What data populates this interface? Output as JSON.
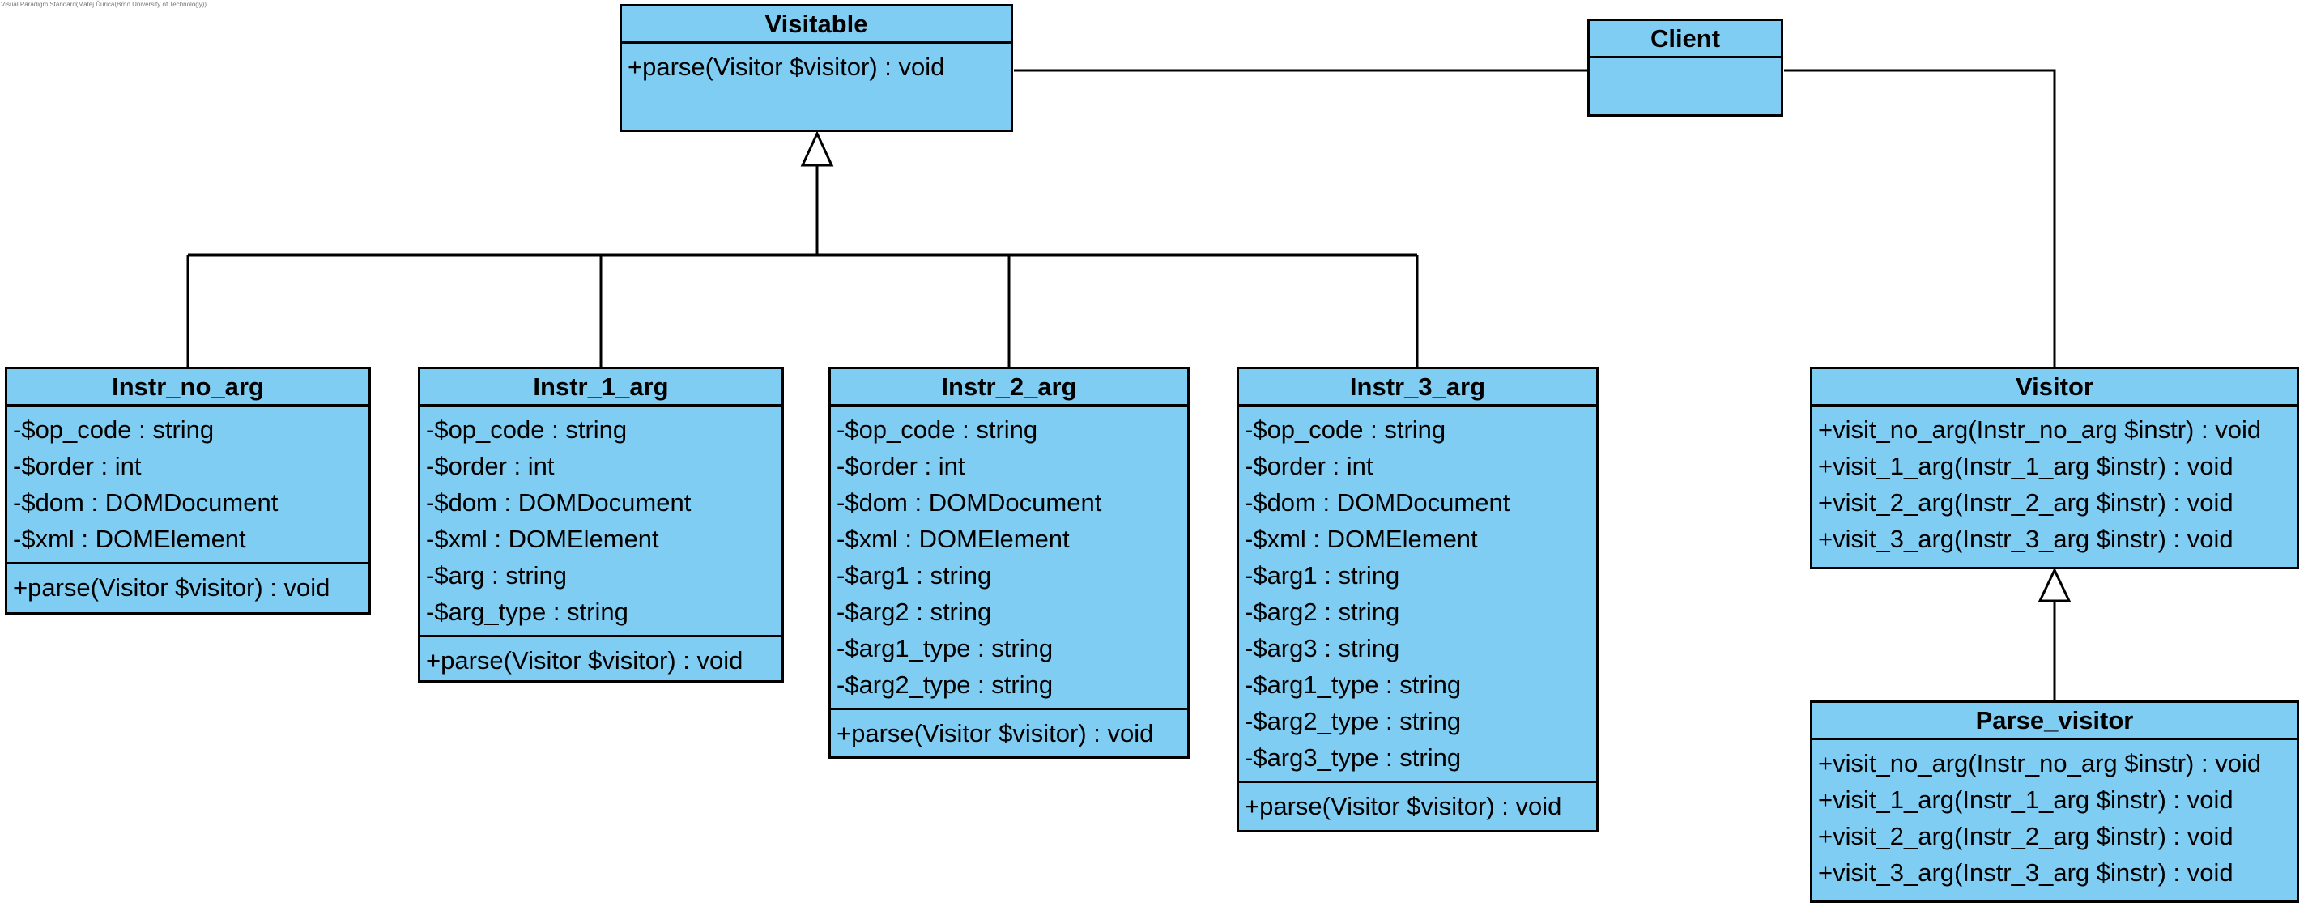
{
  "watermark": "Visual Paradigm Standard(Matěj Ďurica(Brno University of Technology))",
  "classes": {
    "visitable": {
      "name": "Visitable",
      "attributes": [],
      "operations": [
        "+parse(Visitor $visitor) : void"
      ]
    },
    "client": {
      "name": "Client",
      "attributes": [],
      "operations": []
    },
    "instr_no_arg": {
      "name": "Instr_no_arg",
      "attributes": [
        "-$op_code : string",
        "-$order : int",
        "-$dom : DOMDocument",
        "-$xml : DOMElement"
      ],
      "operations": [
        "+parse(Visitor $visitor) : void"
      ]
    },
    "instr_1_arg": {
      "name": "Instr_1_arg",
      "attributes": [
        "-$op_code : string",
        "-$order : int",
        "-$dom : DOMDocument",
        "-$xml : DOMElement",
        "-$arg : string",
        "-$arg_type : string"
      ],
      "operations": [
        "+parse(Visitor $visitor) : void"
      ]
    },
    "instr_2_arg": {
      "name": "Instr_2_arg",
      "attributes": [
        "-$op_code : string",
        "-$order : int",
        "-$dom : DOMDocument",
        "-$xml : DOMElement",
        "-$arg1 : string",
        "-$arg2 : string",
        "-$arg1_type : string",
        "-$arg2_type : string"
      ],
      "operations": [
        "+parse(Visitor $visitor) : void"
      ]
    },
    "instr_3_arg": {
      "name": "Instr_3_arg",
      "attributes": [
        "-$op_code : string",
        "-$order : int",
        "-$dom : DOMDocument",
        "-$xml : DOMElement",
        "-$arg1 : string",
        "-$arg2 : string",
        "-$arg3 : string",
        "-$arg1_type : string",
        "-$arg2_type : string",
        "-$arg3_type : string"
      ],
      "operations": [
        "+parse(Visitor $visitor) : void"
      ]
    },
    "visitor": {
      "name": "Visitor",
      "attributes": [],
      "operations": [
        "+visit_no_arg(Instr_no_arg $instr) : void",
        "+visit_1_arg(Instr_1_arg $instr) : void",
        "+visit_2_arg(Instr_2_arg $instr) : void",
        "+visit_3_arg(Instr_3_arg $instr) : void"
      ]
    },
    "parse_visitor": {
      "name": "Parse_visitor",
      "attributes": [],
      "operations": [
        "+visit_no_arg(Instr_no_arg $instr) : void",
        "+visit_1_arg(Instr_1_arg $instr) : void",
        "+visit_2_arg(Instr_2_arg $instr) : void",
        "+visit_3_arg(Instr_3_arg $instr) : void"
      ]
    }
  },
  "relationships": [
    {
      "type": "generalization",
      "from": "instr_no_arg",
      "to": "visitable"
    },
    {
      "type": "generalization",
      "from": "instr_1_arg",
      "to": "visitable"
    },
    {
      "type": "generalization",
      "from": "instr_2_arg",
      "to": "visitable"
    },
    {
      "type": "generalization",
      "from": "instr_3_arg",
      "to": "visitable"
    },
    {
      "type": "generalization",
      "from": "parse_visitor",
      "to": "visitor"
    },
    {
      "type": "association",
      "from": "client",
      "to": "visitable"
    },
    {
      "type": "association",
      "from": "client",
      "to": "visitor"
    }
  ]
}
